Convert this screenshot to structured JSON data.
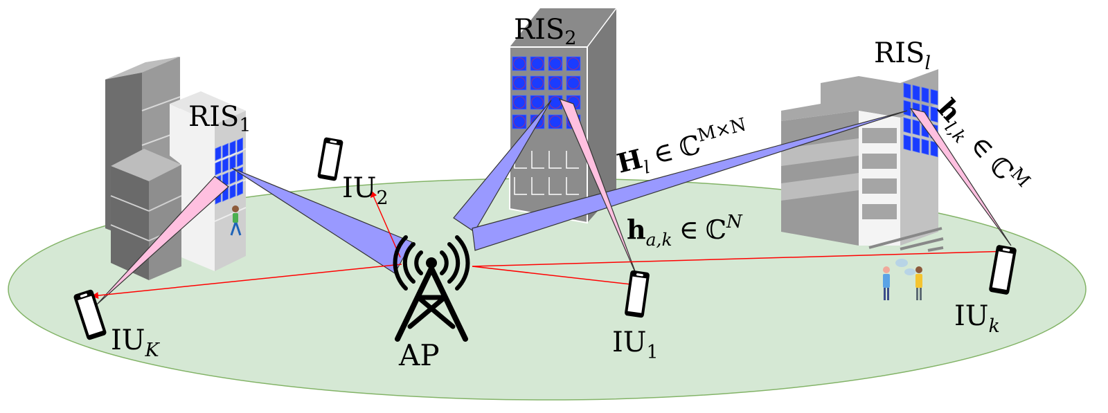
{
  "diagram": {
    "title": "RIS-assisted multi-user downlink system model",
    "colors": {
      "ground_fill": "#d5e8d4",
      "ground_stroke": "#82b366",
      "ap_ris_beam": "#9999ff",
      "ris_user_beam": "#ffc0e0",
      "direct_link": "#ff0000",
      "ris_element": "#1a3cff"
    },
    "nodes": {
      "ap": {
        "label": "AP",
        "icon": "cell-tower-icon"
      },
      "ris": [
        {
          "id": "ris1",
          "base": "RIS",
          "sub": "1"
        },
        {
          "id": "ris2",
          "base": "RIS",
          "sub": "2"
        },
        {
          "id": "risl",
          "base": "RIS",
          "sub": "l"
        }
      ],
      "users": [
        {
          "id": "iu1",
          "base": "IU",
          "sub": "1"
        },
        {
          "id": "iu2",
          "base": "IU",
          "sub": "2"
        },
        {
          "id": "iuk",
          "base": "IU",
          "sub": "k"
        },
        {
          "id": "iuK",
          "base": "IU",
          "sub": "K"
        }
      ]
    },
    "channels": {
      "ap_to_ris": {
        "symbol": "H",
        "sub": "l",
        "rel": "∈",
        "set": "ℂ",
        "sup": "M×N"
      },
      "ris_to_user": {
        "symbol": "h",
        "sub": "l,k",
        "rel": "∈",
        "set": "ℂ",
        "sup": "M"
      },
      "ap_to_user": {
        "symbol": "h",
        "sub": "a,k",
        "rel": "∈",
        "set": "ℂ",
        "sup": "N"
      }
    }
  }
}
